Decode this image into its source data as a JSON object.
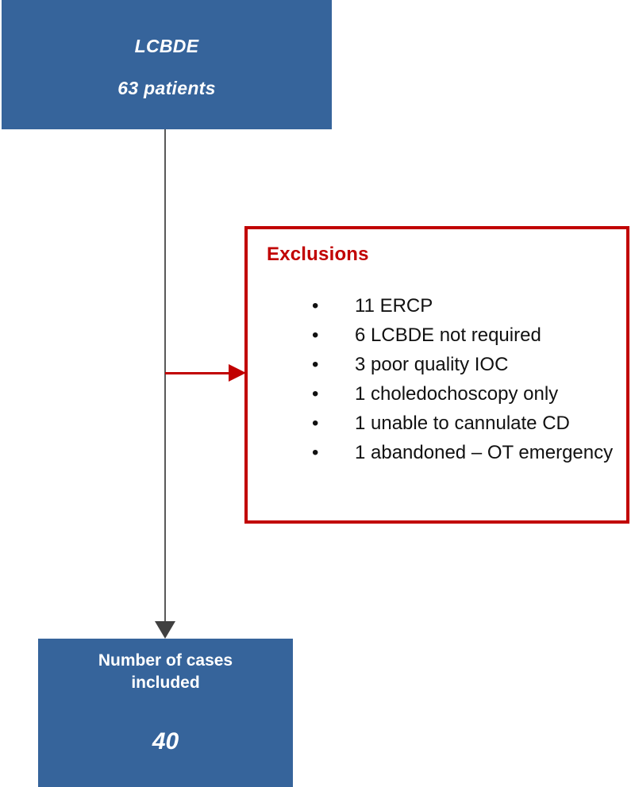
{
  "diagram": {
    "type": "flowchart",
    "title": "LCBDE patient selection flow",
    "colors": {
      "node_fill": "#36649B",
      "node_text": "#FFFFFF",
      "exclusion_border": "#C10000",
      "exclusion_title": "#C10000",
      "exclusion_text": "#111111",
      "connector": "#595959",
      "branch_connector": "#C10000",
      "background": "#FFFFFF"
    },
    "start_node": {
      "line_a": "LCBDE",
      "line_b": "63 patients"
    },
    "exclusions": {
      "title": "Exclusions",
      "bullet_glyph": "•",
      "items": [
        "11 ERCP",
        "6 LCBDE not required",
        "3 poor quality IOC",
        "1 choledochoscopy only",
        "1 unable to cannulate CD",
        "1 abandoned – OT emergency"
      ]
    },
    "end_node": {
      "line_a": "Number of cases included",
      "line_b": "40"
    },
    "connectors": [
      {
        "name": "start-to-end",
        "direction": "down",
        "color": "#595959",
        "arrowhead": "filled-triangle"
      },
      {
        "name": "start-to-exclusions",
        "direction": "right",
        "color": "#C10000",
        "arrowhead": "filled-triangle"
      }
    ]
  }
}
